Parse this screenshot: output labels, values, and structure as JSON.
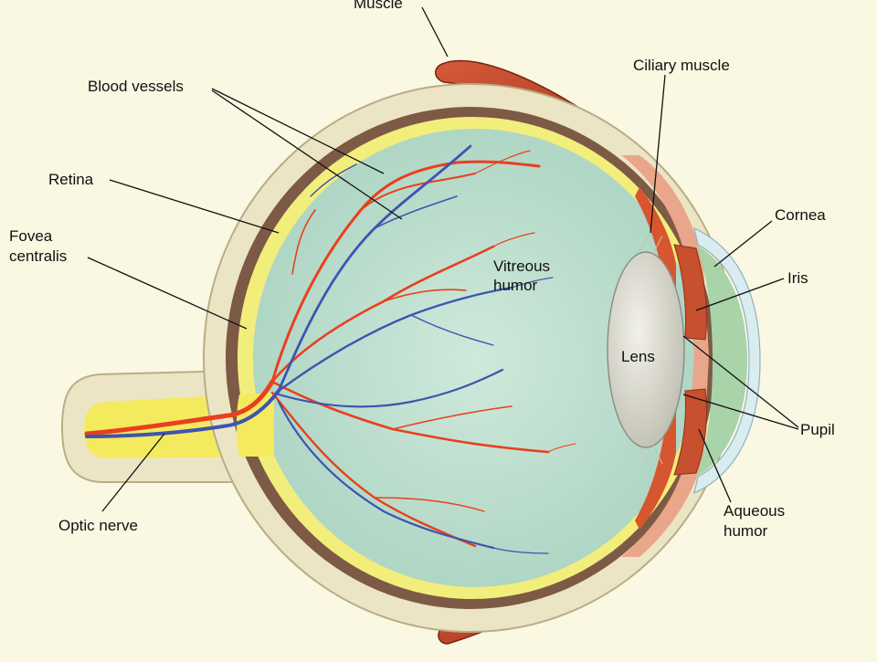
{
  "labels": {
    "muscle": "Muscle",
    "blood_vessels": "Blood vessels",
    "ciliary_muscle": "Ciliary muscle",
    "retina": "Retina",
    "cornea": "Cornea",
    "fovea_line1": "Fovea",
    "fovea_line2": "centralis",
    "vitreous_line1": "Vitreous",
    "vitreous_line2": "humor",
    "iris": "Iris",
    "lens": "Lens",
    "pupil": "Pupil",
    "optic_nerve": "Optic nerve",
    "aqueous_line1": "Aqueous",
    "aqueous_line2": "humor"
  },
  "colors": {
    "background": "#faf7e2",
    "sclera": "#ece5c5",
    "choroid": "#7d5a45",
    "retina": "#f2ee7c",
    "vitreous": "#bfe0cf",
    "artery": "#e8401e",
    "vein": "#3d55b0",
    "muscle": "#c2432a",
    "lens": "#dcdbd0",
    "iris": "#c7502f",
    "cornea": "#d9ecf0",
    "aqueous": "#a9d3a9"
  }
}
